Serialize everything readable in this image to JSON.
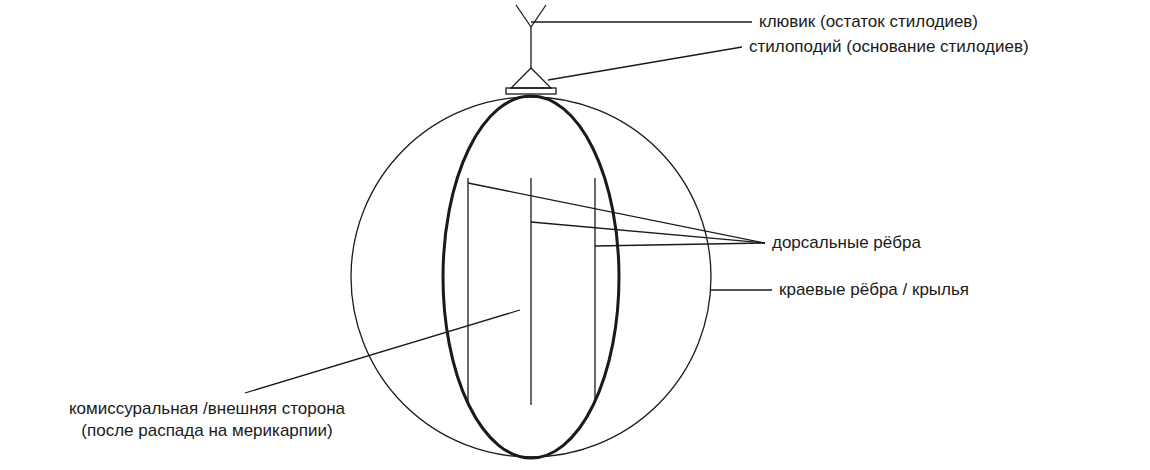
{
  "diagram": {
    "labels": [
      "клювик (остаток стилодиев)",
      "стилоподий (основание стилодиев)",
      "дорсальные рёбра",
      "краевые рёбра / крылья",
      "комиссуральная /внешняя сторона (после распада на мерикарпии)"
    ]
  }
}
